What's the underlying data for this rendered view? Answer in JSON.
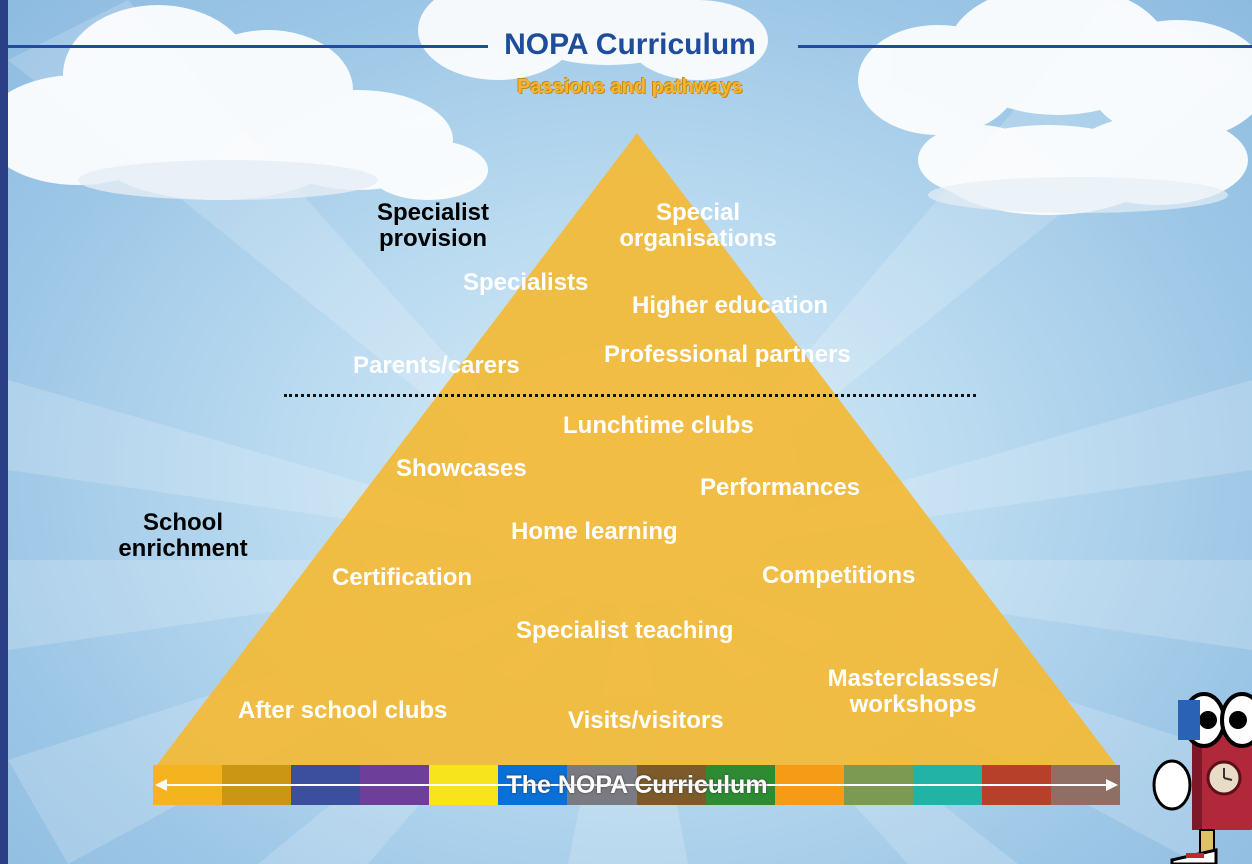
{
  "header": {
    "title": "NOPA Curriculum",
    "subtitle": "Passions and pathways"
  },
  "side_labels": {
    "specialist_provision": "Specialist\nprovision",
    "school_enrichment": "School\nenrichment"
  },
  "upper_labels": [
    "Special\norganisations",
    "Specialists",
    "Higher education",
    "Parents/carers",
    "Professional partners"
  ],
  "lower_labels": [
    "Lunchtime clubs",
    "Showcases",
    "Performances",
    "Home learning",
    "Certification",
    "Competitions",
    "Specialist teaching",
    "Masterclasses/\nworkshops",
    "After school clubs",
    "Visits/visitors"
  ],
  "bar": {
    "label": "The NOPA Curriculum",
    "colors": [
      "#f5b41e",
      "#cc9615",
      "#3c4e9e",
      "#6e3f9a",
      "#f7e41a",
      "#0a6fd6",
      "#7a7a82",
      "#7d5a2a",
      "#2f8a34",
      "#f59b16",
      "#7d9a52",
      "#22b3a6",
      "#b6402a",
      "#8f6f64"
    ]
  },
  "colors": {
    "pyramid": "#f2bb3a",
    "title": "#1f4d9b",
    "subtitle": "#f2b534"
  },
  "icons": {
    "mascot": "cartoon-character-icon"
  }
}
